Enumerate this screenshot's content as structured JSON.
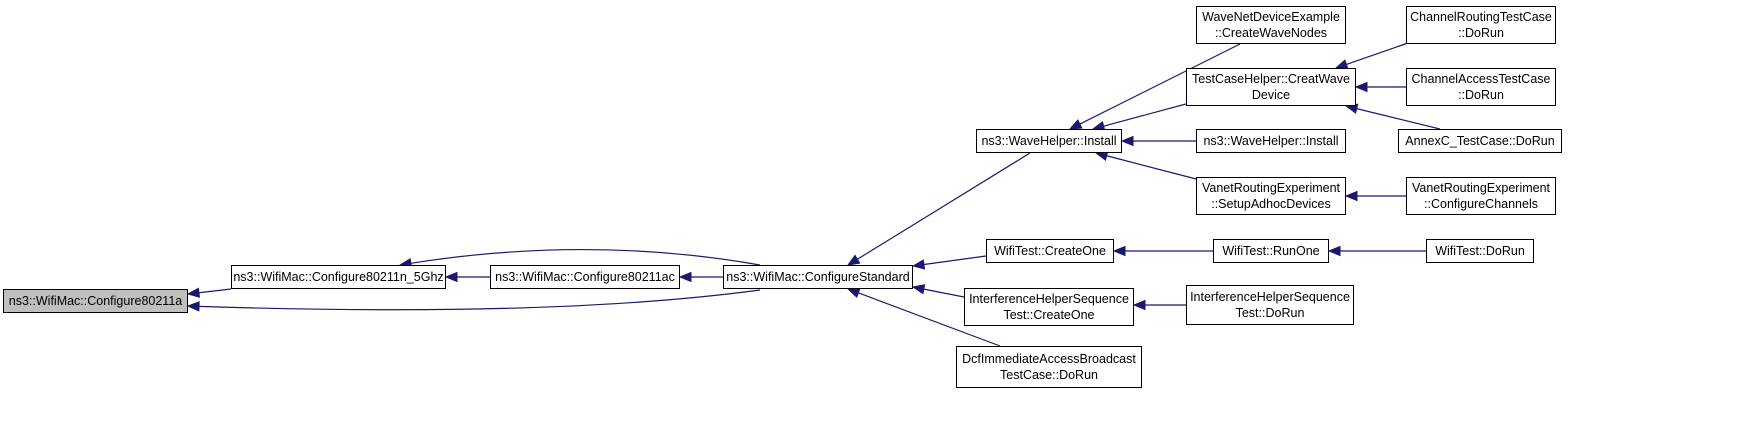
{
  "colors": {
    "edge": "#191970",
    "node_border": "#000000",
    "node_fill": "#ffffff",
    "focus_fill": "#bfbfbf"
  },
  "nodes": [
    {
      "id": "n0",
      "lines": [
        "ns3::WifiMac::Configure80211a"
      ],
      "focus": true
    },
    {
      "id": "n1",
      "lines": [
        "ns3::WifiMac::Configure80211n_5Ghz"
      ]
    },
    {
      "id": "n2",
      "lines": [
        "ns3::WifiMac::Configure80211ac"
      ]
    },
    {
      "id": "n3",
      "lines": [
        "ns3::WifiMac::ConfigureStandard"
      ]
    },
    {
      "id": "n4",
      "lines": [
        "ns3::WaveHelper::Install"
      ]
    },
    {
      "id": "n5",
      "lines": [
        "WifiTest::CreateOne"
      ]
    },
    {
      "id": "n6",
      "lines": [
        "InterferenceHelperSequence",
        "Test::CreateOne"
      ]
    },
    {
      "id": "n7",
      "lines": [
        "DcfImmediateAccessBroadcast",
        "TestCase::DoRun"
      ]
    },
    {
      "id": "n8",
      "lines": [
        "WaveNetDeviceExample",
        "::CreateWaveNodes"
      ]
    },
    {
      "id": "n9",
      "lines": [
        "TestCaseHelper::CreatWave",
        "Device"
      ]
    },
    {
      "id": "n10",
      "lines": [
        "ns3::WaveHelper::Install"
      ]
    },
    {
      "id": "n11",
      "lines": [
        "VanetRoutingExperiment",
        "::SetupAdhocDevices"
      ]
    },
    {
      "id": "n12",
      "lines": [
        "WifiTest::RunOne"
      ]
    },
    {
      "id": "n13",
      "lines": [
        "InterferenceHelperSequence",
        "Test::DoRun"
      ]
    },
    {
      "id": "n14",
      "lines": [
        "ChannelRoutingTestCase",
        "::DoRun"
      ]
    },
    {
      "id": "n15",
      "lines": [
        "ChannelAccessTestCase",
        "::DoRun"
      ]
    },
    {
      "id": "n16",
      "lines": [
        "AnnexC_TestCase::DoRun"
      ]
    },
    {
      "id": "n17",
      "lines": [
        "VanetRoutingExperiment",
        "::ConfigureChannels"
      ]
    },
    {
      "id": "n18",
      "lines": [
        "WifiTest::DoRun"
      ]
    }
  ],
  "edges": [
    {
      "from": "n1",
      "to": "n0"
    },
    {
      "from": "n3",
      "to": "n0"
    },
    {
      "from": "n2",
      "to": "n1"
    },
    {
      "from": "n3",
      "to": "n1"
    },
    {
      "from": "n3",
      "to": "n2"
    },
    {
      "from": "n4",
      "to": "n3"
    },
    {
      "from": "n5",
      "to": "n3"
    },
    {
      "from": "n6",
      "to": "n3"
    },
    {
      "from": "n7",
      "to": "n3"
    },
    {
      "from": "n8",
      "to": "n4"
    },
    {
      "from": "n9",
      "to": "n4"
    },
    {
      "from": "n10",
      "to": "n4"
    },
    {
      "from": "n11",
      "to": "n4"
    },
    {
      "from": "n14",
      "to": "n9"
    },
    {
      "from": "n15",
      "to": "n9"
    },
    {
      "from": "n16",
      "to": "n9"
    },
    {
      "from": "n17",
      "to": "n11"
    },
    {
      "from": "n12",
      "to": "n5"
    },
    {
      "from": "n18",
      "to": "n12"
    },
    {
      "from": "n13",
      "to": "n6"
    }
  ]
}
